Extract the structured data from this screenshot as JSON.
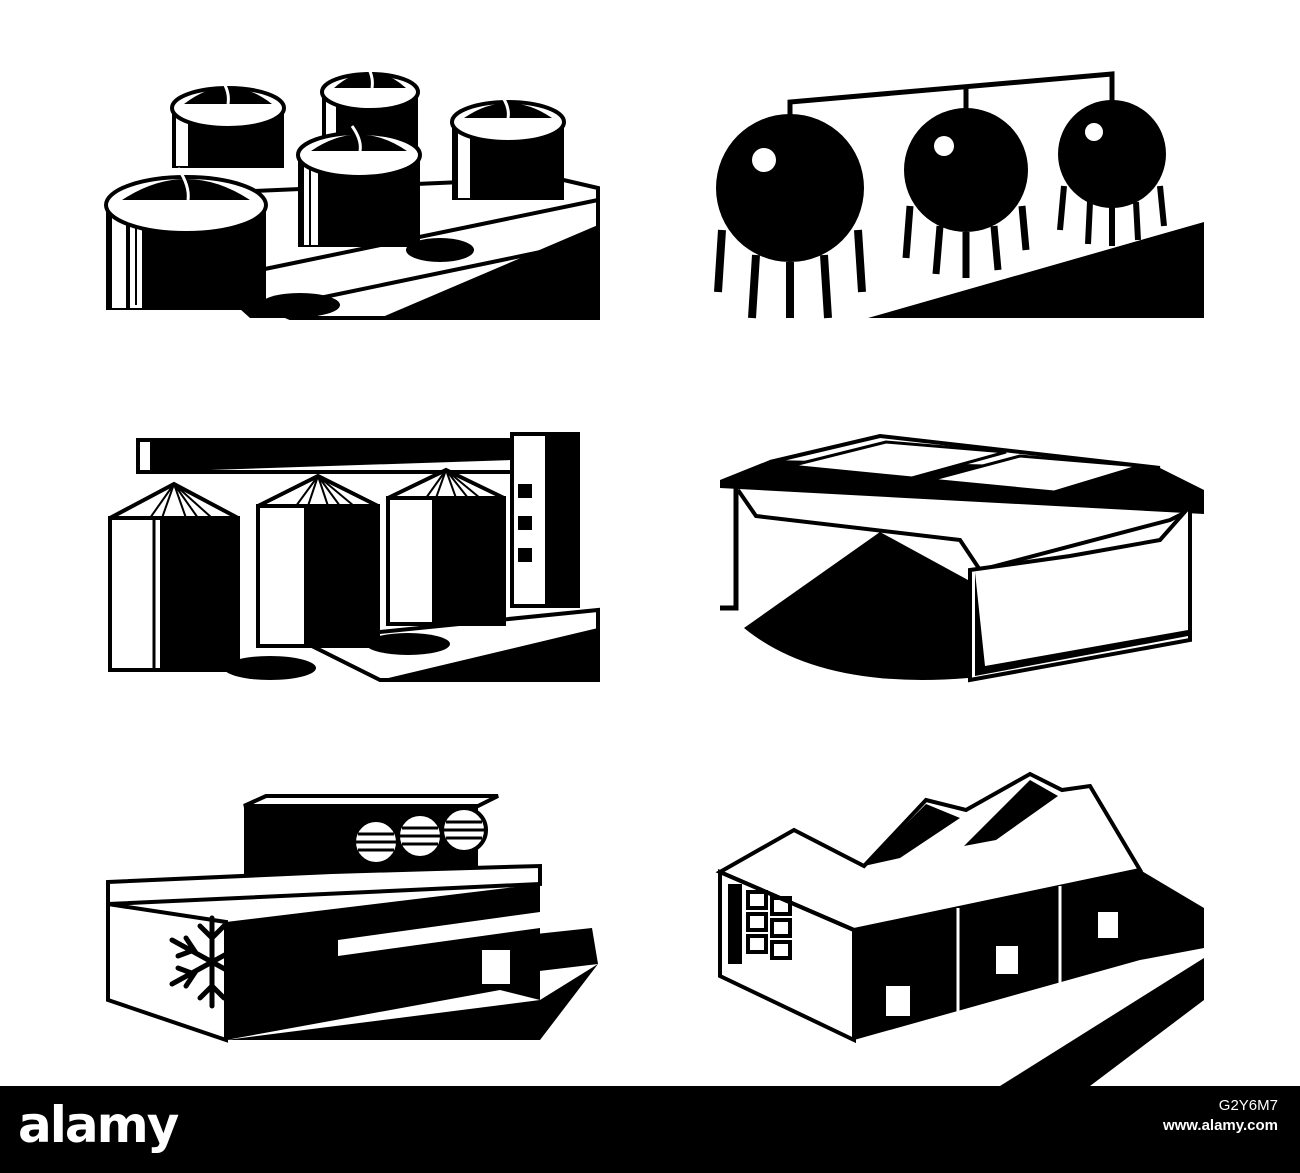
{
  "illustration": {
    "panels": [
      {
        "name": "oil-storage-tanks",
        "count": 5
      },
      {
        "name": "spherical-gas-tanks",
        "count": 3
      },
      {
        "name": "grain-silos",
        "count": 3
      },
      {
        "name": "bulk-material-shed"
      },
      {
        "name": "cold-storage-warehouse",
        "icon": "snowflake-icon",
        "fans": 3
      },
      {
        "name": "sawtooth-roof-warehouse"
      }
    ],
    "ink_color": "#000000",
    "paper_color": "#ffffff"
  },
  "watermark": {
    "brand": "alamy",
    "image_id": "G2Y6M7",
    "site": "www.alamy.com"
  }
}
